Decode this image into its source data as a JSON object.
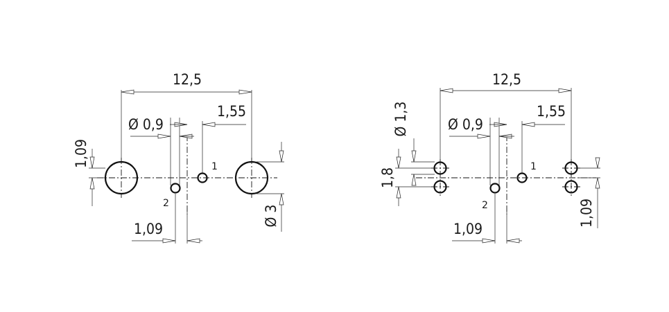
{
  "left_view": {
    "dim_width": "12,5",
    "dim_pin_diameter": "Ø 0,9",
    "dim_pin_offset": "1,55",
    "dim_vertical_offset": "1,09",
    "dim_horizontal_offset": "1,09",
    "dim_hole_diameter": "Ø 3",
    "pin_1": "1",
    "pin_2": "2"
  },
  "right_view": {
    "dim_width": "12,5",
    "dim_pin_diameter": "Ø 0,9",
    "dim_pin_offset": "1,55",
    "dim_hole_diameter": "Ø 1,3",
    "dim_hole_spacing": "1,8",
    "dim_horizontal_offset": "1,09",
    "dim_vertical_offset": "1,09",
    "pin_1": "1",
    "pin_2": "2"
  },
  "colors": {
    "line": "#111111",
    "background": "#ffffff"
  }
}
